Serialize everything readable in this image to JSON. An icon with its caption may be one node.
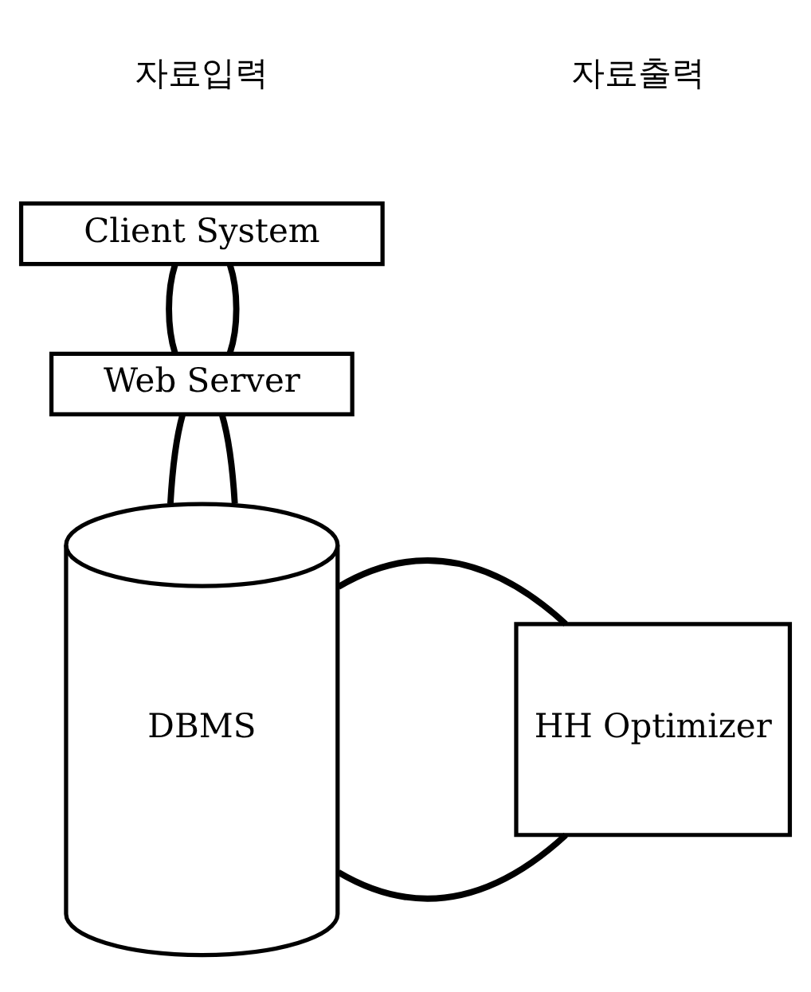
{
  "diagram": {
    "nodes": [
      {
        "text": [
          "Client System"
        ]
      },
      {
        "text": [
          "Web Server"
        ]
      },
      {
        "text": [
          "DBMS"
        ]
      },
      {
        "text": [
          "HH Optimizer"
        ]
      }
    ],
    "edges": [
      {
        "from": 0,
        "to": 1,
        "arrow": "none"
      },
      {
        "from": 0,
        "to": 1,
        "arrow": "none"
      },
      {
        "from": 1,
        "to": 2,
        "arrow": "none"
      },
      {
        "from": 1,
        "to": 2,
        "arrow": "none"
      },
      {
        "from": 2,
        "to": 3,
        "arrow": "none"
      },
      {
        "from": 2,
        "to": 3,
        "arrow": "none"
      }
    ],
    "labels": [
      "자료입력",
      "자료출력"
    ]
  }
}
